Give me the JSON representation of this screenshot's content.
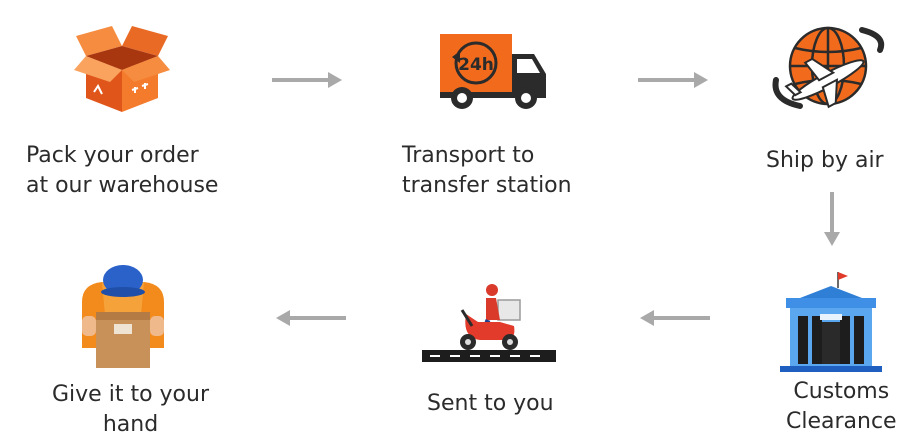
{
  "colors": {
    "accent": "#f26b1d",
    "arrow": "#a9a9a9",
    "text": "#2b2b2b",
    "blue": "#1f5fbf"
  },
  "steps": [
    {
      "icon": "open-box-icon",
      "lines": [
        "Pack your order",
        "at our warehouse"
      ]
    },
    {
      "icon": "delivery-truck-24h-icon",
      "lines": [
        "Transport to",
        "transfer station"
      ]
    },
    {
      "icon": "globe-airplane-icon",
      "lines": [
        "Ship by air"
      ]
    },
    {
      "icon": "customs-building-icon",
      "lines": [
        "Customs",
        "Clearance"
      ]
    },
    {
      "icon": "scooter-courier-icon",
      "lines": [
        "Sent to you"
      ]
    },
    {
      "icon": "courier-holding-box-icon",
      "lines": [
        "Give it to your",
        "hand"
      ]
    }
  ],
  "truck_badge": "24h"
}
